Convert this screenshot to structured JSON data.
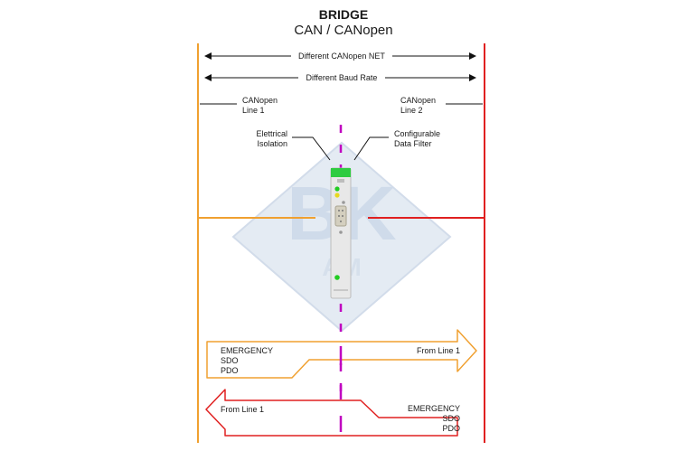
{
  "title": "BRIDGE",
  "subtitle": "CAN / CANopen",
  "span_net": "Different CANopen NET",
  "span_baud": "Different Baud Rate",
  "line1": {
    "line_a": "CANopen",
    "line_b": "Line 1"
  },
  "line2": {
    "line_a": "CANopen",
    "line_b": "Line 2"
  },
  "isolation": {
    "line_a": "Elettrical",
    "line_b": "Isolation"
  },
  "filter": {
    "line_a": "Configurable",
    "line_b": "Data Filter"
  },
  "watermark": {
    "text": "BK",
    "sub": "AM"
  },
  "flow_right": {
    "items": [
      "EMERGENCY",
      "SDO",
      "PDO"
    ],
    "source": "From Line 1"
  },
  "flow_left": {
    "items": [
      "EMERGENCY",
      "SDO",
      "PDO"
    ],
    "source": "From Line 1"
  },
  "colors": {
    "line1": "#f0a030",
    "line2": "#e02020",
    "isolation": "#c000c0",
    "led_green": "#22cc22",
    "watermark": "#d8e2ef"
  }
}
